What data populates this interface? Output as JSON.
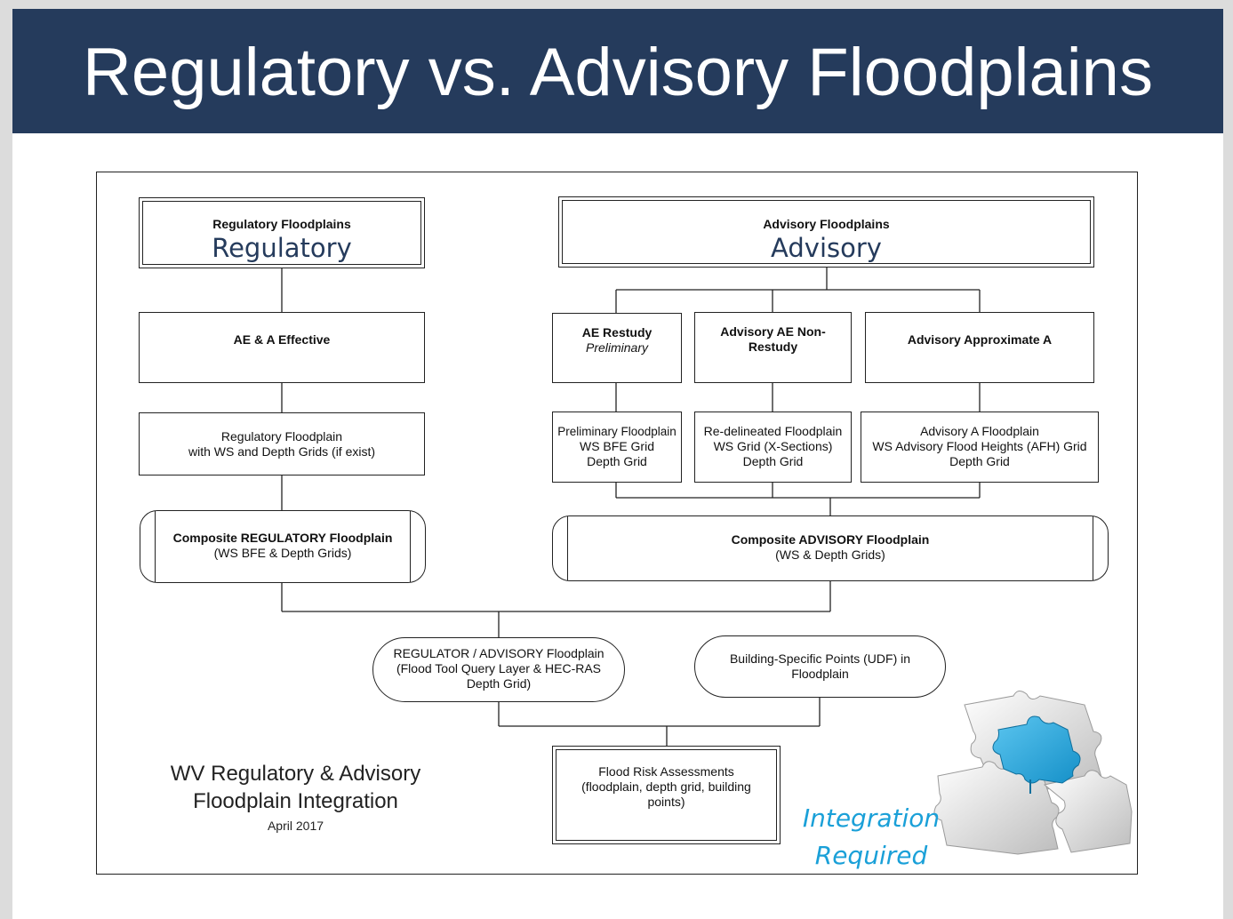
{
  "title": "Regulatory vs. Advisory Floodplains",
  "diagram": {
    "regulatory_header": {
      "small": "Regulatory Floodplains",
      "big": "Regulatory"
    },
    "advisory_header": {
      "small": "Advisory Floodplains",
      "big": "Advisory"
    },
    "ae_effective": "AE &  A Effective",
    "reg_floodplain": {
      "line1": "Regulatory Floodplain",
      "line2": "with WS and Depth Grids (if exist)"
    },
    "composite_regulatory": {
      "line1": "Composite REGULATORY Floodplain",
      "line2": "(WS BFE & Depth Grids)"
    },
    "ae_restudy": {
      "line1": "AE Restudy",
      "line2": "Preliminary"
    },
    "advisory_ae_nonrestudy": {
      "line1": "Advisory AE Non-",
      "line2": "Restudy"
    },
    "advisory_approx_a": "Advisory Approximate A",
    "preliminary_floodplain": {
      "line1": "Preliminary Floodplain",
      "line2": "WS BFE Grid",
      "line3": "Depth Grid"
    },
    "redelineated_floodplain": {
      "line1": "Re-delineated Floodplain",
      "line2": "WS Grid (X-Sections)",
      "line3": "Depth Grid"
    },
    "advisory_a_floodplain": {
      "line1": "Advisory A Floodplain",
      "line2": "WS Advisory Flood Heights (AFH) Grid",
      "line3": "Depth Grid"
    },
    "composite_advisory": {
      "line1": "Composite ADVISORY Floodplain",
      "line2": "(WS & Depth Grids)"
    },
    "reg_adv_floodplain": {
      "line1": "REGULATOR / ADVISORY Floodplain",
      "line2": "(Flood Tool Query Layer & HEC-RAS",
      "line3": "Depth Grid)"
    },
    "building_points": {
      "line1": "Building-Specific Points (UDF) in",
      "line2": "Floodplain"
    },
    "flood_risk": {
      "line1": "Flood Risk Assessments",
      "line2": "(floodplain, depth grid, building",
      "line3": "points)"
    },
    "caption": {
      "line1": "WV Regulatory & Advisory",
      "line2": "Floodplain Integration",
      "date": "April 2017"
    }
  },
  "integration": {
    "line1": "Integration",
    "line2": "Required"
  },
  "colors": {
    "title_bar": "#253b5c",
    "accent_blue": "#1aa0d8",
    "puzzle_blue": "#22a6de"
  }
}
